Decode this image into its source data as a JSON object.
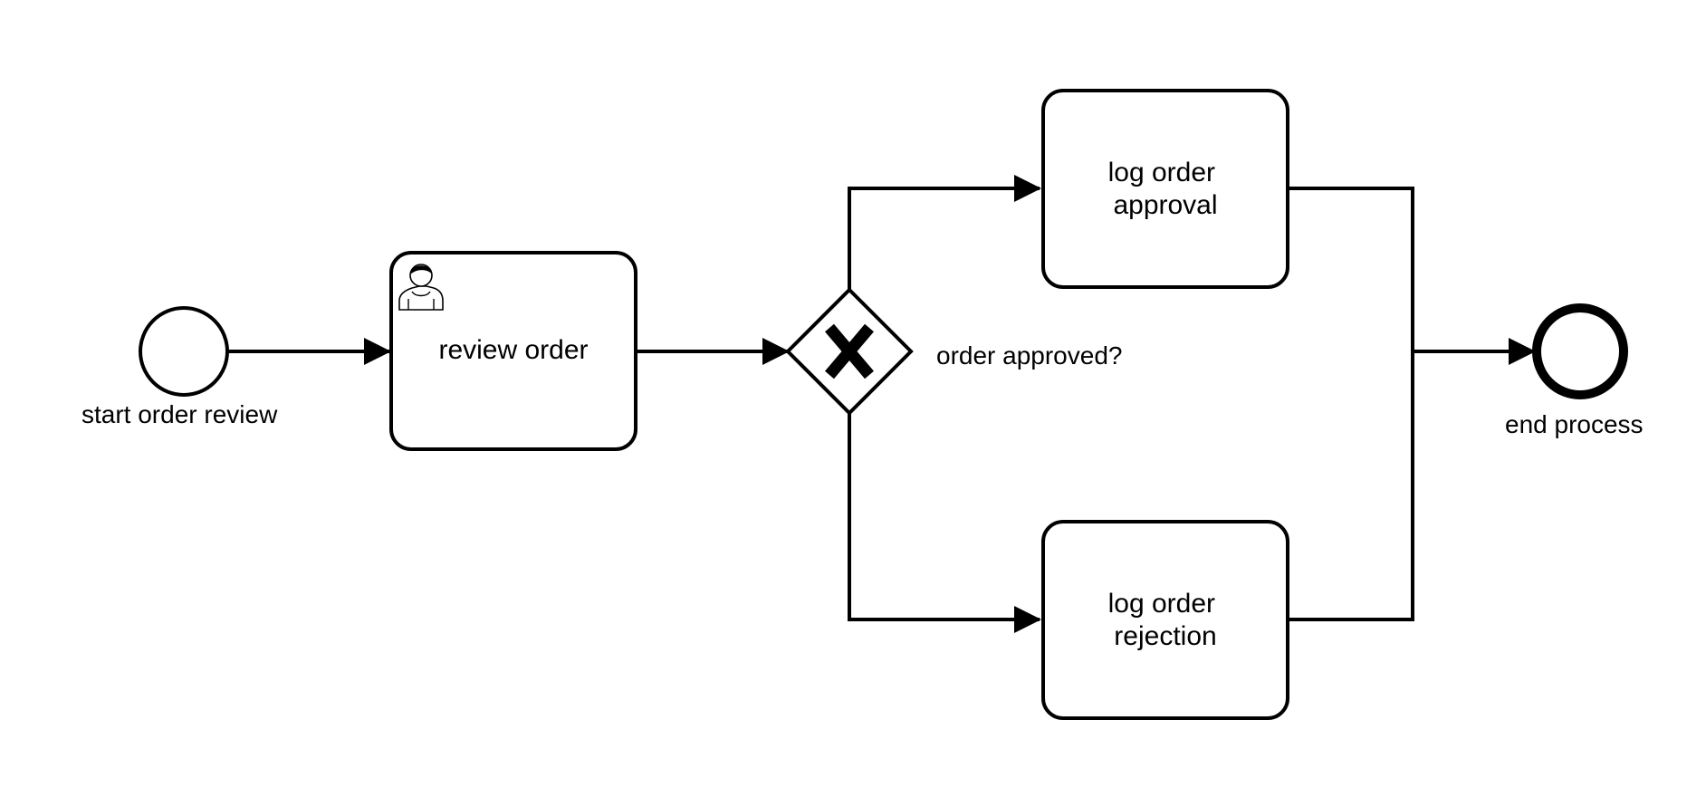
{
  "diagram": {
    "start_event": {
      "label": "start order review"
    },
    "review_task": {
      "label": "review order",
      "icon": "user-icon"
    },
    "gateway": {
      "label": "order approved?",
      "marker": "X",
      "icon": "exclusive-gateway-icon"
    },
    "approval_task": {
      "line1": "log order",
      "line2": "approval"
    },
    "rejection_task": {
      "line1": "log order",
      "line2": "rejection"
    },
    "end_event": {
      "label": "end process"
    }
  }
}
